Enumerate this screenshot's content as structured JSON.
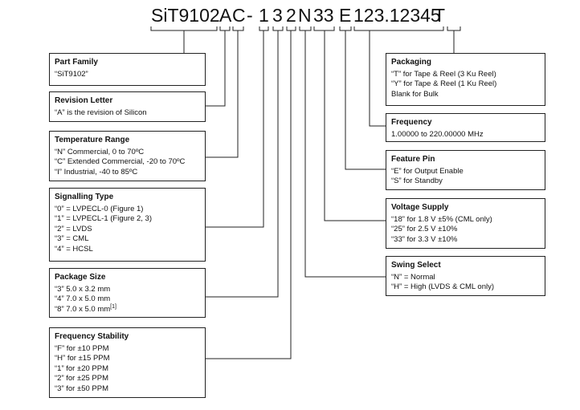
{
  "part_number": {
    "segments": [
      {
        "id": "family",
        "text": "SiT9102"
      },
      {
        "id": "revision",
        "text": "A"
      },
      {
        "id": "temp",
        "text": "C"
      },
      {
        "id": "dash1",
        "text": "-"
      },
      {
        "id": "signal",
        "text": "1"
      },
      {
        "id": "pkg",
        "text": "3"
      },
      {
        "id": "stab",
        "text": "2"
      },
      {
        "id": "swing",
        "text": "N"
      },
      {
        "id": "volt",
        "text": "33"
      },
      {
        "id": "feature",
        "text": "E"
      },
      {
        "id": "freq",
        "text": "123.12345"
      },
      {
        "id": "packaging",
        "text": "T"
      }
    ]
  },
  "left_boxes": [
    {
      "id": "part-family",
      "title": "Part Family",
      "lines": [
        "“SiT9102”"
      ]
    },
    {
      "id": "revision-letter",
      "title": "Revision Letter",
      "lines": [
        "“A” is the revision of Silicon"
      ]
    },
    {
      "id": "temperature-range",
      "title": "Temperature Range",
      "lines": [
        "“N”  Commercial, 0 to 70ºC",
        "“C”  Extended Commercial, -20 to 70ºC",
        "“I”  Industrial, -40 to 85ºC"
      ]
    },
    {
      "id": "signalling-type",
      "title": "Signalling Type",
      "lines": [
        "“0” = LVPECL-0 (Figure 1)",
        "“1” = LVPECL-1 (Figure 2, 3)",
        "“2” = LVDS",
        "“3” = CML",
        "“4” = HCSL"
      ]
    },
    {
      "id": "package-size",
      "title": "Package Size",
      "lines": [
        "“3” 5.0 x 3.2 mm",
        "“4” 7.0 x 5.0 mm",
        "“8” 7.0 x 5.0 mm"
      ],
      "footnote": "[1]"
    },
    {
      "id": "frequency-stability",
      "title": "Frequency Stability",
      "lines": [
        "“F” for ±10 PPM",
        "“H” for ±15 PPM",
        "“1” for ±20 PPM",
        "“2” for ±25 PPM",
        "“3” for ±50 PPM"
      ]
    }
  ],
  "right_boxes": [
    {
      "id": "packaging",
      "title": "Packaging",
      "lines": [
        "“T” for Tape & Reel (3 Ku Reel)",
        "“Y” for Tape & Reel (1 Ku Reel)",
        "Blank for Bulk"
      ]
    },
    {
      "id": "frequency",
      "title": "Frequency",
      "lines": [
        "1.00000 to 220.00000 MHz"
      ]
    },
    {
      "id": "feature-pin",
      "title": "Feature Pin",
      "lines": [
        "“E” for Output Enable",
        "“S” for Standby"
      ]
    },
    {
      "id": "voltage-supply",
      "title": "Voltage Supply",
      "lines": [
        "“18” for 1.8 V ±5% (CML only)",
        "“25” for 2.5 V ±10%",
        "“33” for 3.3 V ±10%"
      ]
    },
    {
      "id": "swing-select",
      "title": "Swing Select",
      "lines": [
        "“N” = Normal",
        "“H” = High (LVDS & CML only)"
      ]
    }
  ]
}
